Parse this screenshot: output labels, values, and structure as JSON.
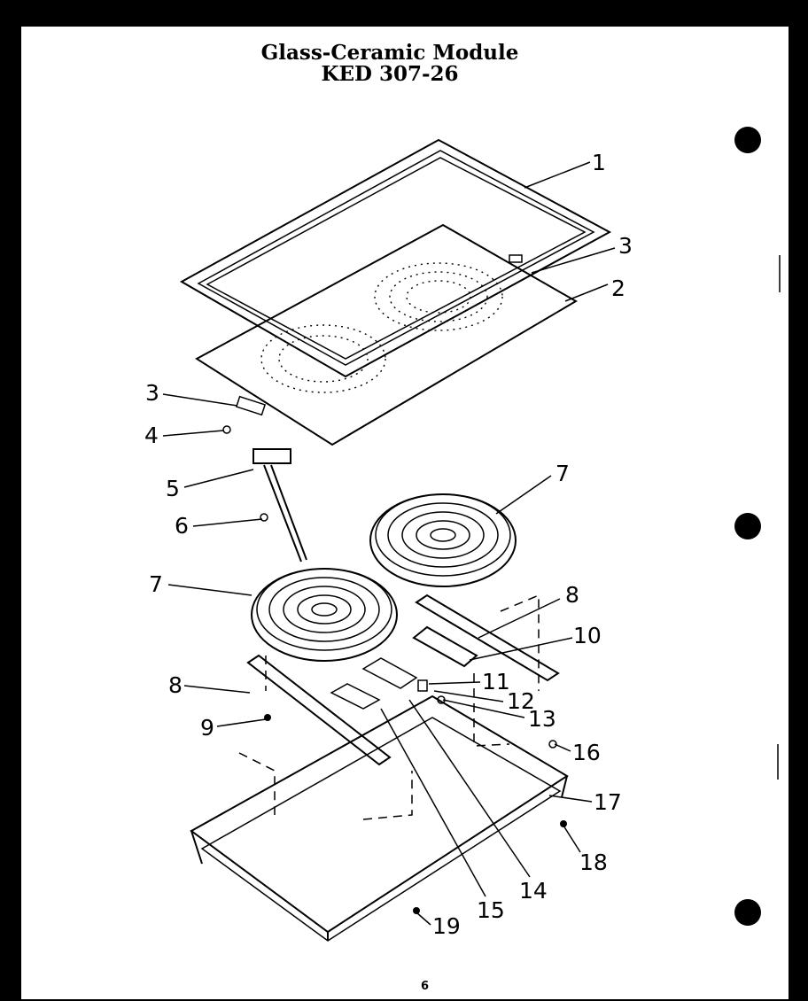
{
  "diagram": {
    "title_line1": "Glass-Ceramic Module",
    "title_line2": "KED 307-26",
    "page_number": "6"
  },
  "callouts": [
    "1",
    "2",
    "3",
    "3",
    "4",
    "5",
    "6",
    "7",
    "7",
    "8",
    "8",
    "9",
    "10",
    "11",
    "12",
    "13",
    "14",
    "15",
    "16",
    "17",
    "18",
    "19"
  ]
}
